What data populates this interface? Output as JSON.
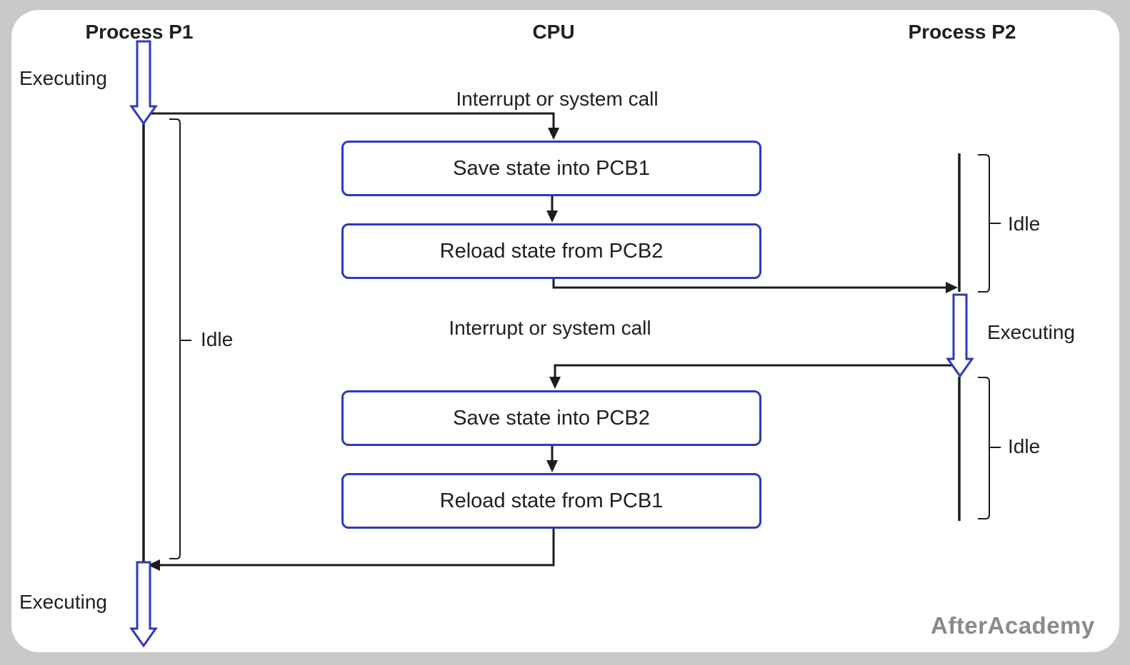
{
  "meta": {
    "background": "#c9c9c9",
    "card_bg": "#ffffff",
    "line_color": "#1c1c1c",
    "accent_blue": "#2d38c2",
    "text_color": "#1f1f1f",
    "watermark_color": "#8a8a8a"
  },
  "columns": {
    "p1": "Process P1",
    "cpu": "CPU",
    "p2": "Process P2"
  },
  "labels": {
    "p1_executing_top": "Executing",
    "p1_executing_bottom": "Executing",
    "p1_idle": "Idle",
    "p2_idle_top": "Idle",
    "p2_idle_bottom": "Idle",
    "p2_executing": "Executing",
    "interrupt_top": "Interrupt or system call",
    "interrupt_bottom": "Interrupt or system call"
  },
  "boxes": [
    {
      "label": "Save state into PCB1"
    },
    {
      "label": "Reload state from PCB2"
    },
    {
      "label": "Save state into PCB2"
    },
    {
      "label": "Reload state from PCB1"
    }
  ],
  "watermark": "AfterAcademy"
}
